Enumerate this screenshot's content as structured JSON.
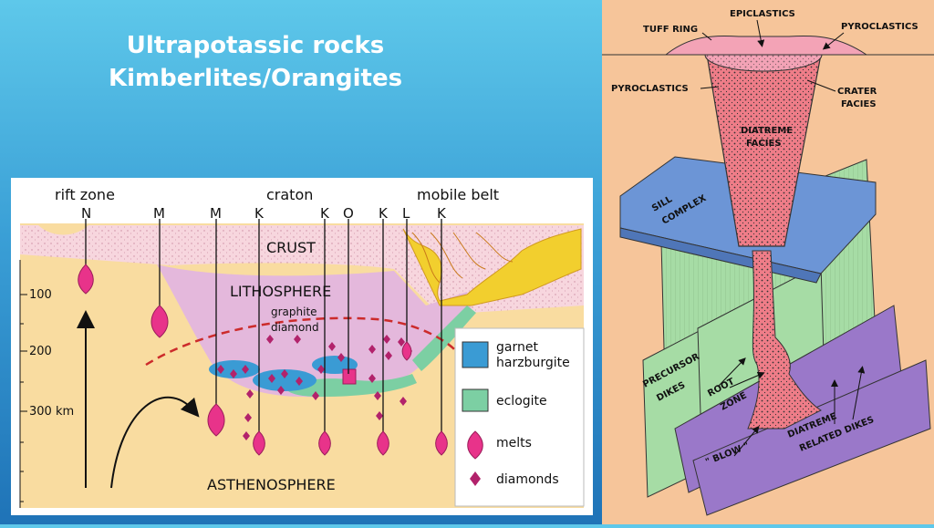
{
  "title": {
    "line1": "Ultrapotassic rocks",
    "line2": "Kimberlites/Orangites"
  },
  "left_diagram": {
    "zones": {
      "rift": "rift zone",
      "craton": "craton",
      "mobile": "mobile belt"
    },
    "letters": [
      "N",
      "M",
      "M",
      "K",
      "K",
      "O",
      "K",
      "L",
      "K"
    ],
    "depths": [
      "100",
      "200",
      "300 km"
    ],
    "layers": {
      "crust": "CRUST",
      "lithosphere": "LITHOSPHERE",
      "asthenosphere": "ASTHENOSPHERE",
      "graphite": "graphite",
      "diamond": "diamond"
    },
    "legend": [
      {
        "id": "garnet",
        "line1": "garnet",
        "line2": "harzburgite",
        "color": "#3a9bd4"
      },
      {
        "id": "eclogite",
        "line1": "eclogite",
        "line2": "",
        "color": "#7ccfa3"
      },
      {
        "id": "melts",
        "line1": "melts",
        "line2": "",
        "color": "#e8338a"
      },
      {
        "id": "diamonds",
        "line1": "diamonds",
        "line2": "",
        "color": "#b2226b"
      }
    ],
    "colors": {
      "crust": "#f7d6de",
      "lithosphere": "#e4b8dc",
      "asthenosphere": "#f9dca0",
      "mobile_belt": "#f2cf2e",
      "melt": "#e8338a",
      "diamond": "#b2226b",
      "dashed": "#cc2b2b"
    }
  },
  "right_diagram": {
    "labels": {
      "epiclastics": "EPICLASTICS",
      "tuff_ring": "TUFF  RING",
      "pyroclastics_top": "PYROCLASTICS",
      "pyroclastics_left": "PYROCLASTICS",
      "crater": "CRATER",
      "facies": "FACIES",
      "diatreme": "DIATREME",
      "diatreme_facies": "FACIES",
      "sill": "SILL",
      "complex": "COMPLEX",
      "precursor": "PRECURSOR",
      "dikes": "DIKES",
      "root": "ROOT",
      "zone": "ZONE",
      "blow": "\" BLOW \"",
      "diatreme2": "DIATREME",
      "related_dikes": "RELATED DIKES"
    },
    "colors": {
      "background": "#f6c59a",
      "pipe": "#ef7d88",
      "sill": "#6c95d6",
      "green_dike": "#a6dca5",
      "purple_dike": "#9a78c9"
    }
  }
}
